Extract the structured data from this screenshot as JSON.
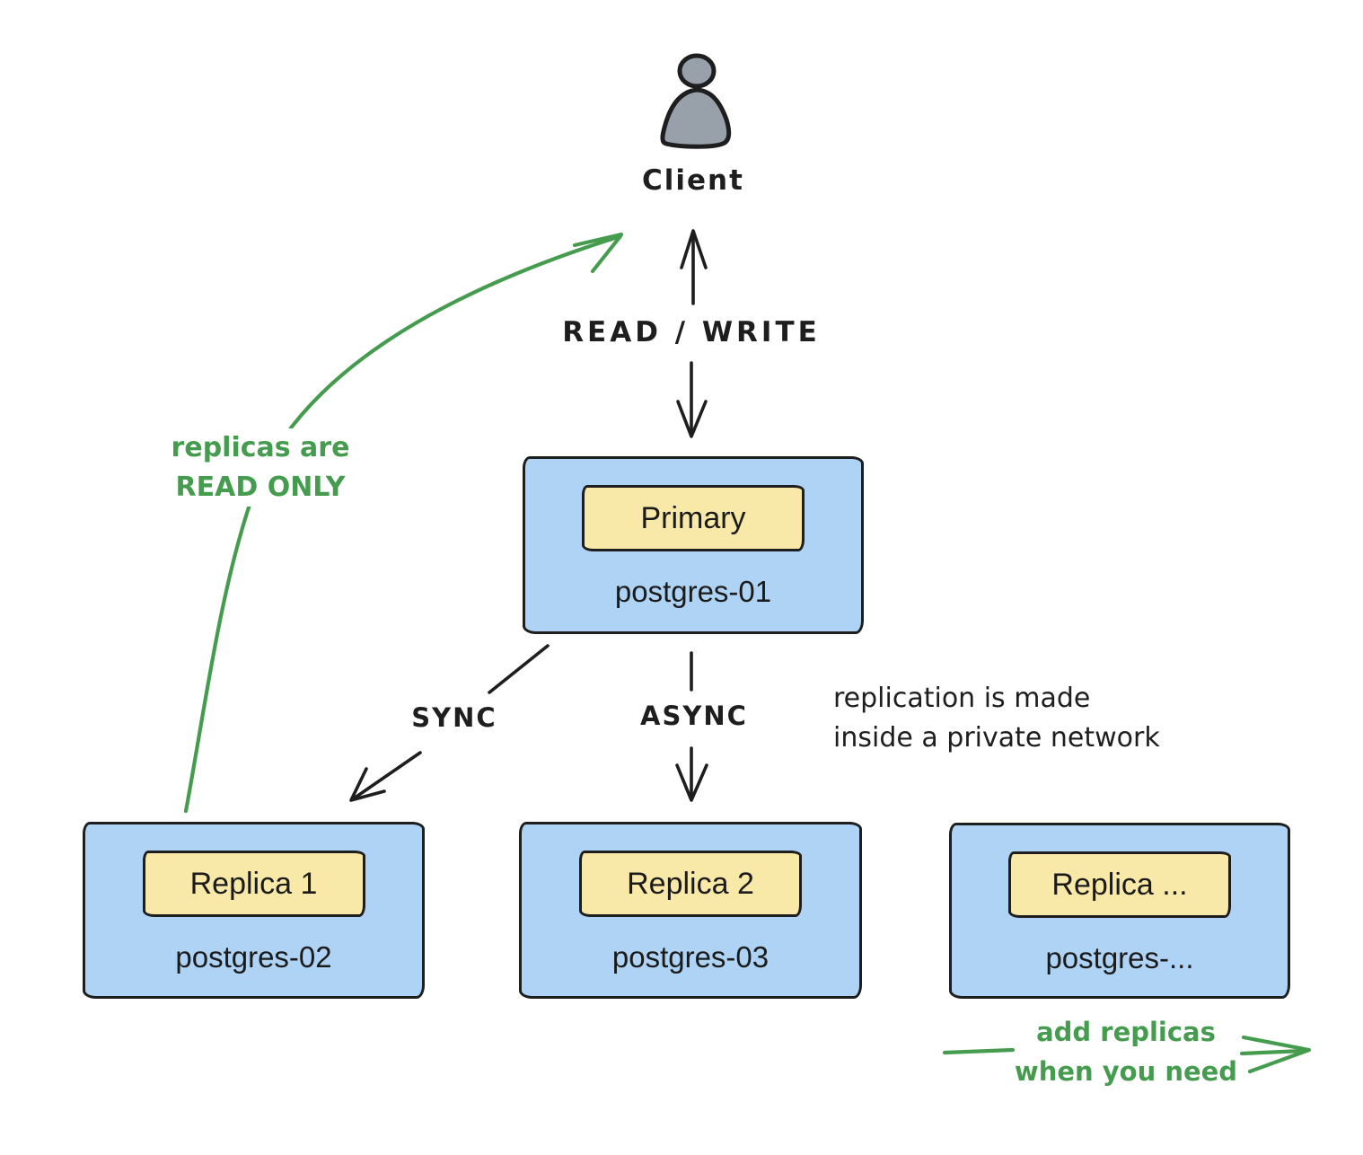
{
  "colors": {
    "stroke": "#1e1e1e",
    "node_fill_blue": "#aed3f5",
    "role_fill_yellow": "#f9e9a9",
    "annotation_green": "#459c4e",
    "client_gray": "#98a0a9"
  },
  "client": {
    "icon": "person-icon",
    "label": "Client"
  },
  "edges": {
    "read_write": "READ / WRITE",
    "sync": "SYNC",
    "async": "ASYNC"
  },
  "nodes": [
    {
      "role": "Primary",
      "host": "postgres-01"
    },
    {
      "role": "Replica 1",
      "host": "postgres-02"
    },
    {
      "role": "Replica 2",
      "host": "postgres-03"
    },
    {
      "role": "Replica ...",
      "host": "postgres-..."
    }
  ],
  "annotations": {
    "read_only": [
      "replicas are",
      "READ ONLY"
    ],
    "private_network": [
      "replication is made",
      "inside a private network"
    ],
    "add_replicas": [
      "add replicas",
      "when you need"
    ]
  }
}
